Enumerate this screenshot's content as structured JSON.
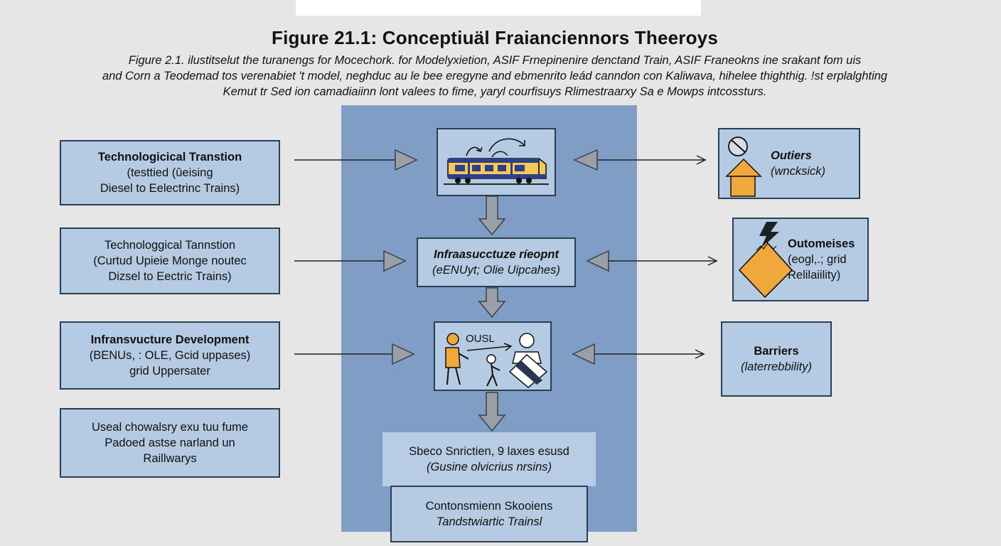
{
  "title": "Figure 21.1: Conceptiuäl Fraianciennors Theeroys",
  "caption_lines": [
    "Figure 2.1. ilustitselut the turanengs for Mocechork. for Modelyxietion, ASIF Frnepinenire denctand Train, ASIF Franeokns ine srakant fom uis",
    "and Corn a Teodemad tos verenabiet 't model, neghduc au le bee eregyne and ebmenrito leád canndon con Kaliwava, hihelee thighthig. !st erplalghting",
    "Kemut tr Sed ion camadiaiinn lont valees to fime, yaryl courfisuys Rlimestraarxy Sa e Mowps intcossturs."
  ],
  "left_boxes": [
    {
      "lines": [
        "Technologicical Transtion",
        "(testtied (ûeising",
        "Diesel to Eelectrinc Trains)"
      ]
    },
    {
      "lines": [
        "Technologgical Tannstion",
        "(Curtud Upieie Monge noutec",
        "Dizsel to Eectric Trains)"
      ]
    },
    {
      "lines": [
        "Infransvucture Development",
        "(BENUs, : OLE, Gcid uppases)",
        "grid Uppersater"
      ]
    },
    {
      "lines": [
        "Useal chowalsry exu tuu fume",
        "Padoed astse narland un",
        "Raillwarys"
      ]
    }
  ],
  "center_boxes": {
    "infra": {
      "lines": [
        "Infraasucctuze ríeopnt",
        "(eENUyt; Olie Uipcahes)"
      ]
    },
    "people_label": "OUSL",
    "outcome": {
      "lines": [
        "Sbeco Snrictien, 9 laxes esusd",
        "(Gusine olvicrius nrsins)"
      ]
    },
    "bottom": {
      "lines": [
        "Contonsmienn Skooiens",
        "Tandstwiartic Trainsl"
      ]
    }
  },
  "right_boxes": [
    {
      "lines": [
        "Outiers",
        "(wncksick)"
      ]
    },
    {
      "lines": [
        "Outomeises",
        "(eogl,.; grid",
        "Relilaiility)"
      ]
    },
    {
      "lines": [
        "Barriers",
        "(laterrebbility)"
      ]
    }
  ],
  "icons": [
    "train-icon",
    "no-entry-icon",
    "house-icon",
    "lightning-icon",
    "pile-icon",
    "worker-icon",
    "child-icon",
    "businessman-icon",
    "sash-icon"
  ],
  "colors": {
    "background": "#e6e6e6",
    "panel": "#7f9dc5",
    "box_fill": "#b5cbe4",
    "box_border": "#2b3d55",
    "accent_orange": "#f0a73c",
    "train_yellow": "#f2c95a",
    "train_navy": "#2f3f85"
  }
}
